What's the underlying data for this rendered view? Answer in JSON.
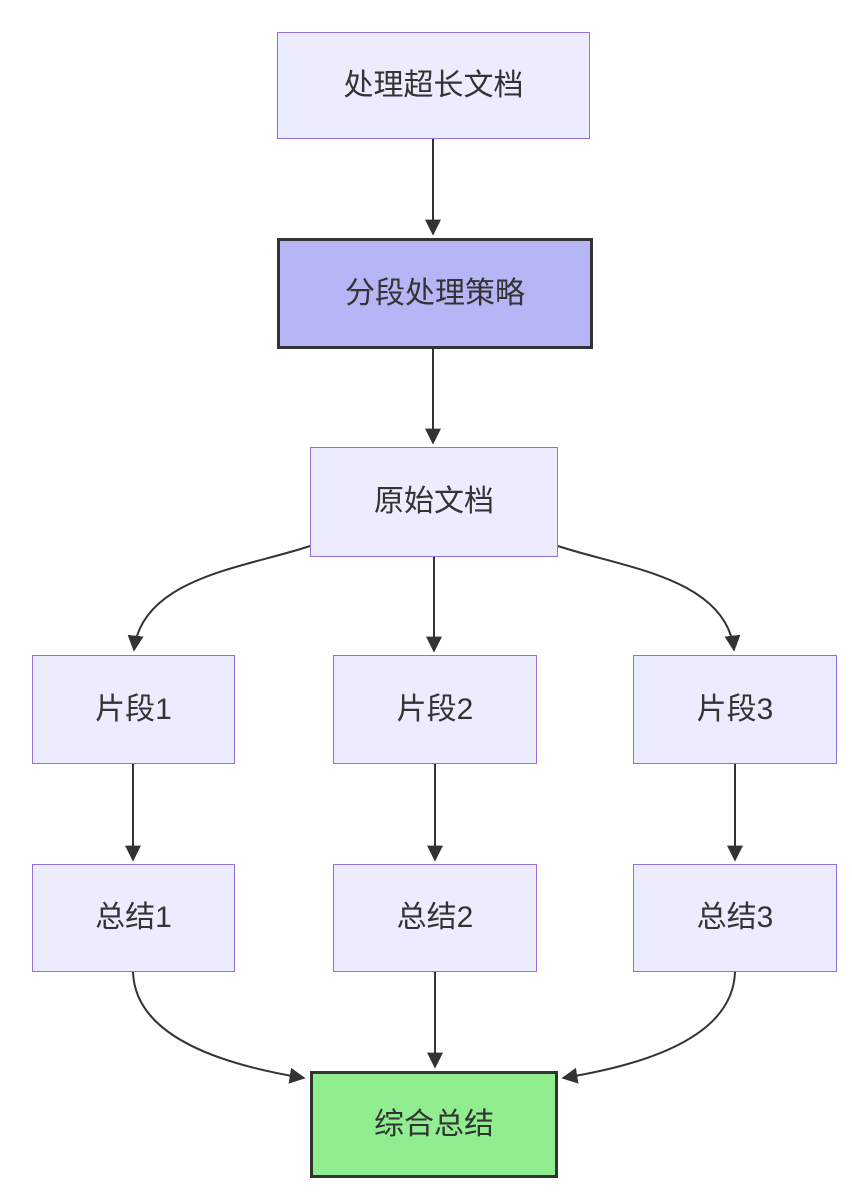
{
  "diagram": {
    "type": "flowchart",
    "direction": "top-down",
    "background": "#ffffff",
    "palette": {
      "node_fill": "#ECECFF",
      "node_border": "#9370DB",
      "highlight_fill": "#b6b6f6",
      "highlight_border": "#333333",
      "success_fill": "#90ee90",
      "success_border": "#333333",
      "edge_color": "#333333",
      "text_color": "#333333"
    },
    "nodes": [
      {
        "id": "A",
        "label": "处理超长文档",
        "variant": "default"
      },
      {
        "id": "B",
        "label": "分段处理策略",
        "variant": "highlight"
      },
      {
        "id": "C",
        "label": "原始文档",
        "variant": "default"
      },
      {
        "id": "D",
        "label": "片段1",
        "variant": "default"
      },
      {
        "id": "E",
        "label": "片段2",
        "variant": "default"
      },
      {
        "id": "F",
        "label": "片段3",
        "variant": "default"
      },
      {
        "id": "G",
        "label": "总结1",
        "variant": "default"
      },
      {
        "id": "H",
        "label": "总结2",
        "variant": "default"
      },
      {
        "id": "I",
        "label": "总结3",
        "variant": "default"
      },
      {
        "id": "J",
        "label": "综合总结",
        "variant": "success"
      }
    ],
    "edges": [
      {
        "from": "处理超长文档",
        "to": "分段处理策略"
      },
      {
        "from": "分段处理策略",
        "to": "原始文档"
      },
      {
        "from": "原始文档",
        "to": "片段1"
      },
      {
        "from": "原始文档",
        "to": "片段2"
      },
      {
        "from": "原始文档",
        "to": "片段3"
      },
      {
        "from": "片段1",
        "to": "总结1"
      },
      {
        "from": "片段2",
        "to": "总结2"
      },
      {
        "from": "片段3",
        "to": "总结3"
      },
      {
        "from": "总结1",
        "to": "综合总结"
      },
      {
        "from": "总结2",
        "to": "综合总结"
      },
      {
        "from": "总结3",
        "to": "综合总结"
      }
    ]
  }
}
